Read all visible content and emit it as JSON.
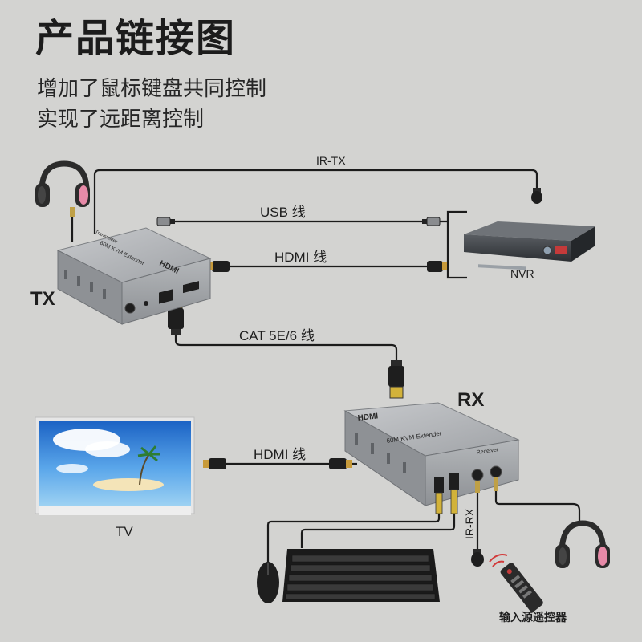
{
  "header": {
    "title": "产品链接图",
    "subtitle_line1": "增加了鼠标键盘共同控制",
    "subtitle_line2": "实现了远距离控制"
  },
  "cables": {
    "ir_tx": "IR-TX",
    "usb": "USB 线",
    "hdmi_top": "HDMI 线",
    "cat": "CAT 5E/6 线",
    "hdmi_bottom": "HDMI 线",
    "ir_rx": "IR-RX"
  },
  "devices": {
    "tx_label": "TX",
    "rx_label": "RX",
    "nvr_label": "NVR",
    "tv_label": "TV",
    "remote_label": "输入源遥控器",
    "tx_box_text": "60M KVM Extender",
    "tx_box_side": "Transmitter",
    "rx_box_text": "60M KVM Extender",
    "rx_box_side": "Receiver",
    "hdmi_logo": "HDMI"
  },
  "colors": {
    "background": "#d3d3d1",
    "cable": "#1b1b1b",
    "extender_body": "#a9acb0",
    "headphone_accent": "#e78aa8",
    "tv_sky": "#2a7fd6"
  }
}
